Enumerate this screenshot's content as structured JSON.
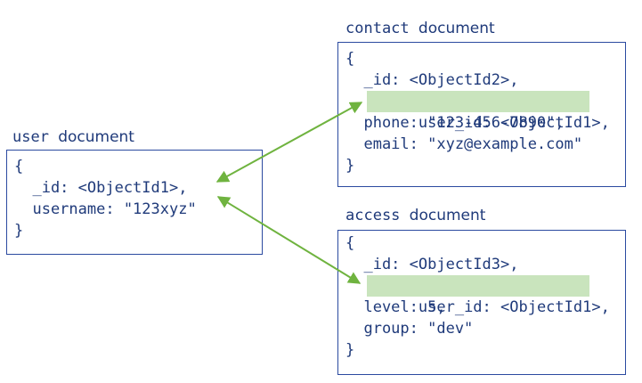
{
  "user": {
    "title_code": "user",
    "title_word": "document",
    "lines": [
      "{",
      "  _id: <ObjectId1>,",
      "  username: \"123xyz\"",
      "}"
    ]
  },
  "contact": {
    "title_code": "contact",
    "title_word": "document",
    "lines": [
      "{",
      "  _id: <ObjectId2>,",
      "  user_id: <ObjectId1>,",
      "  phone: \"123-456-7890\",",
      "  email: \"xyz@example.com\"",
      "}"
    ]
  },
  "access": {
    "title_code": "access",
    "title_word": "document",
    "lines": [
      "{",
      "  _id: <ObjectId3>,",
      "  user_id: <ObjectId1>,",
      "  level: 5,",
      "  group: \"dev\"",
      "}"
    ]
  },
  "colors": {
    "text": "#1f3a7a",
    "border": "#2b4aa0",
    "highlight": "#c9e4bd",
    "arrow": "#6fb33f"
  }
}
